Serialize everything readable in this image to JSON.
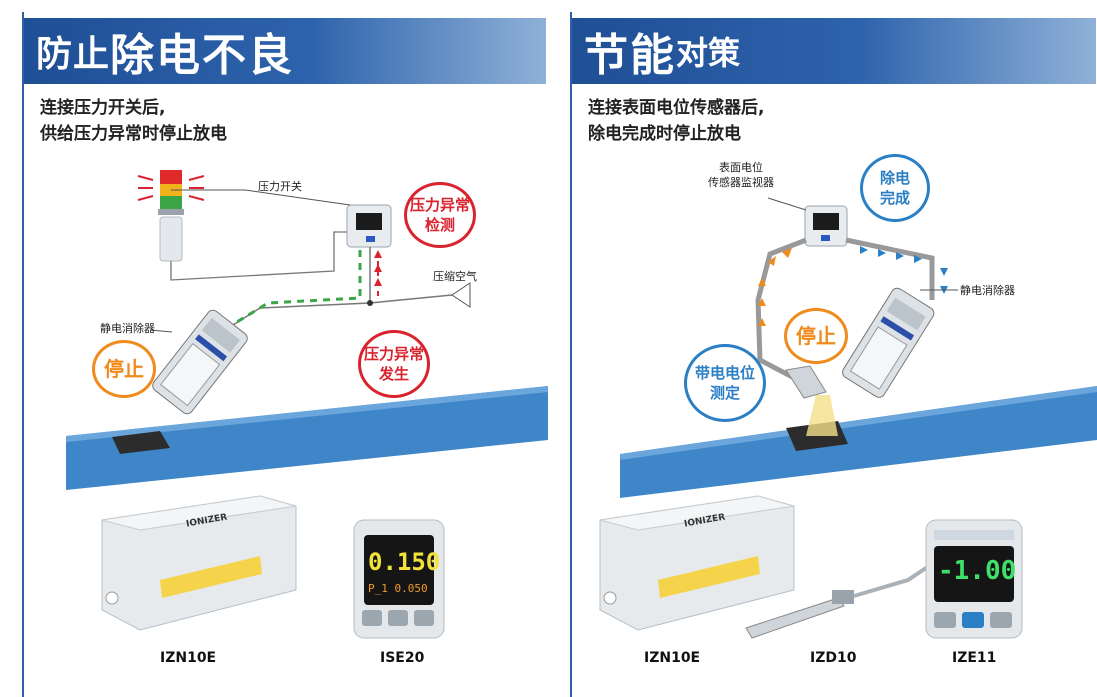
{
  "left": {
    "title_part1": "防止",
    "title_part2": "除电不良",
    "subtitle_line1": "连接压力开关后,",
    "subtitle_line2": "供给压力异常时停止放电",
    "label_pressure_switch": "压力开关",
    "label_compressed_air": "压缩空气",
    "label_ionizer": "静电消除器",
    "callout_detect_line1": "压力异常",
    "callout_detect_line2": "检测",
    "callout_occur_line1": "压力异常",
    "callout_occur_line2": "发生",
    "callout_stop": "停止",
    "product1": "IZN10E",
    "product2": "ISE20",
    "ionizer_brand": "IONIZER",
    "gauge_value": "0.150",
    "gauge_sub": "P_1  0.050"
  },
  "right": {
    "title_part1": "节能",
    "title_part2": "对策",
    "subtitle_line1": "连接表面电位传感器后,",
    "subtitle_line2": "除电完成时停止放电",
    "label_monitor_line1": "表面电位",
    "label_monitor_line2": "传感器监视器",
    "label_ionizer": "静电消除器",
    "callout_done_line1": "除电",
    "callout_done_line2": "完成",
    "callout_measure_line1": "带电电位",
    "callout_measure_line2": "测定",
    "callout_stop": "停止",
    "product1": "IZN10E",
    "product2": "IZD10",
    "product3": "IZE11",
    "ionizer_brand": "IONIZER",
    "gauge_value": "-1.00"
  },
  "colors": {
    "title_blue": "#1f4f95",
    "conveyor_blue": "#3f86c8",
    "alarm_red": "#d9232e",
    "stop_orange": "#f08a1c",
    "info_blue": "#2b7fc4",
    "flow_green": "#3aa648"
  }
}
